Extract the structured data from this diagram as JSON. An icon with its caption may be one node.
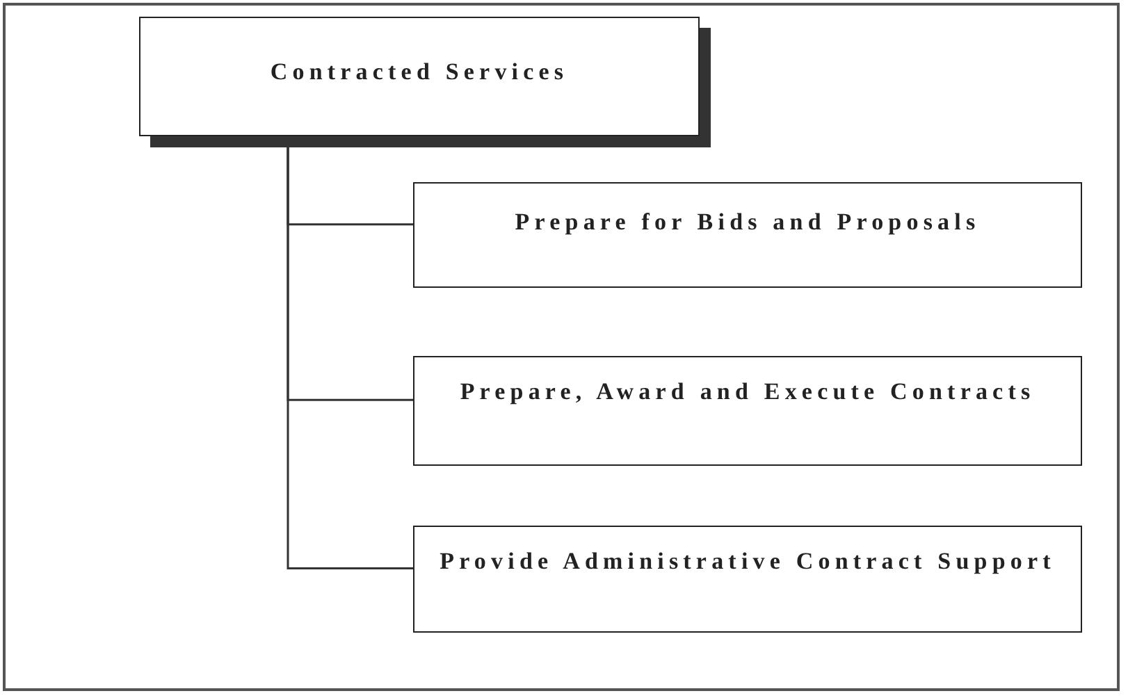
{
  "diagram": {
    "nodes": [
      {
        "text": [
          "Contracted Services"
        ]
      },
      {
        "text": [
          "Prepare for Bids and Proposals"
        ]
      },
      {
        "text": [
          "Prepare, Award and Execute Contracts"
        ]
      },
      {
        "text": [
          "Provide Administrative Contract Support"
        ]
      }
    ],
    "edges": [
      {
        "from": 0,
        "to": 1,
        "arrow": "none"
      },
      {
        "from": 0,
        "to": 2,
        "arrow": "none"
      },
      {
        "from": 0,
        "to": 3,
        "arrow": "none"
      }
    ]
  }
}
